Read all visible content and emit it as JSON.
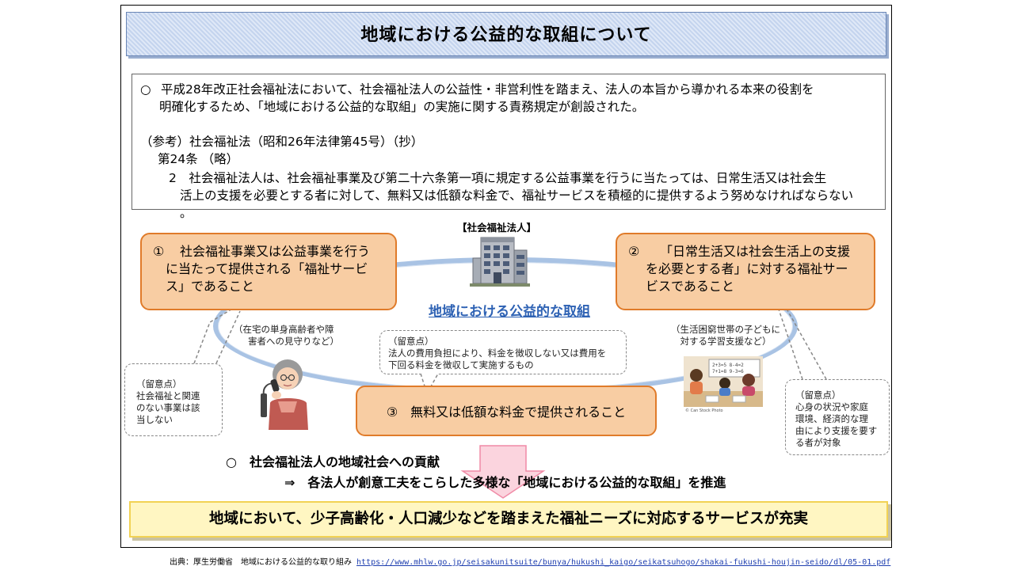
{
  "title": "地域における公益的な取組について",
  "law": {
    "bullet": "○",
    "lead_line1": "平成28年改正社会福祉法において、社会福祉法人の公益性・非営利性を踏まえ、法人の本旨から導かれる本来の役割を",
    "lead_line2": "明確化するため、「地域における公益的な取組」の実施に関する責務規定が創設された。",
    "reference": "（参考）社会福祉法（昭和26年法律第45号）（抄）",
    "article": "第24条 （略）",
    "para2_line1": "2　社会福祉法人は、社会福祉事業及び第二十六条第一項に規定する公益事業を行うに当たっては、日常生活又は社会生",
    "para2_line2": "活上の支援を必要とする者に対して、無料又は低額な料金で、福祉サービスを積極的に提供するよう努めなければならない",
    "para2_line3": "。"
  },
  "diagram": {
    "corp_label": "【社会福祉法人】",
    "center_label": "地域における公益的な取組",
    "cond1": {
      "index": "①",
      "line1": "社会福祉事業又は公益事業を行う",
      "line2": "に当たって提供される「福祉サービ",
      "line3": "ス」であること"
    },
    "cond2": {
      "index": "②",
      "line1": "「日常生活又は社会生活上の支援",
      "line2": "を必要とする者」に対する福祉サー",
      "line3": "ビスであること"
    },
    "cond3": "③　無料又は低額な料金で提供されること",
    "note_left": {
      "head": "（留意点）",
      "line1": "社会福祉と関連",
      "line2": "のない事業は該",
      "line3": "当しない"
    },
    "note_center": {
      "head": "（留意点）",
      "line1": "法人の費用負担により、料金を徴収しない又は費用を",
      "line2": "下回る料金を徴収して実施するもの"
    },
    "note_right": {
      "head": "（留意点）",
      "line1": "心身の状況や家庭",
      "line2": "環境、経済的な理",
      "line3": "由により支援を要す",
      "line4": "る者が対象"
    },
    "caption_left_line1": "（在宅の単身高齢者や障",
    "caption_left_line2": "害者への見守りなど）",
    "caption_right_line1": "（生活困窮世帯の子どもに",
    "caption_right_line2": "対する学習支援など）",
    "photo_credit": "© Can Stock Photo"
  },
  "contribution": {
    "bullet": "○",
    "text": "社会福祉法人の地域社会への貢献",
    "promote": "⇒　各法人が創意工夫をこらした多様な「地域における公益的な取組」を推進"
  },
  "result": "地域において、少子高齢化・人口減少などを踏まえた福祉ニーズに対応するサービスが充実",
  "source": {
    "label": "出典：厚生労働省　地域における公益的な取り組み",
    "url": "https://www.mhlw.go.jp/seisakunitsuite/bunya/hukushi_kaigo/seikatsuhogo/shakai-fukushi-houjin-seido/dl/05-01.pdf"
  },
  "colors": {
    "title_band": "#c4d4ee",
    "orange_fill": "#f8cda3",
    "orange_border": "#e07b2a",
    "ellipse": "#a9c3e4",
    "center_label": "#2e62b4",
    "result_fill": "#fff6c2",
    "arrow": "#f6b6c6"
  }
}
